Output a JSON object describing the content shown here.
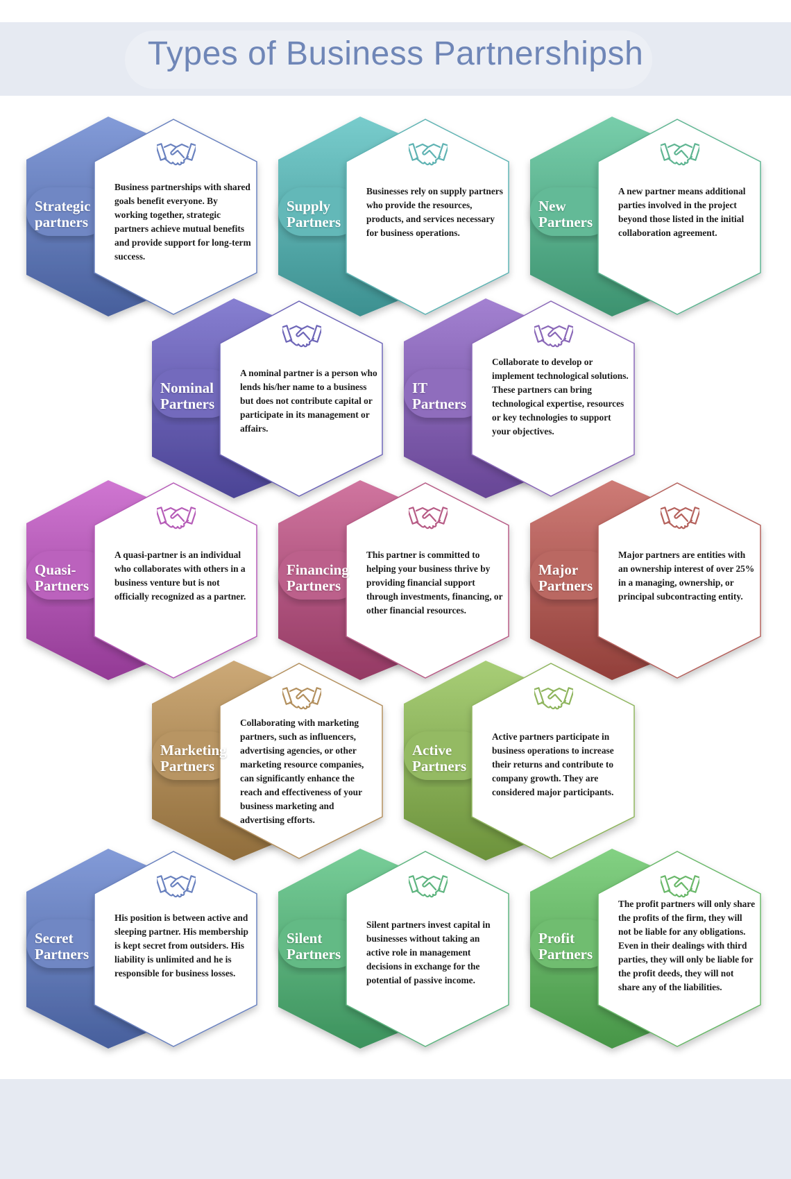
{
  "title": "Types of Business Partnershipsh",
  "cards": [
    {
      "label": "Strategic\npartners",
      "description": "Business partnerships with shared goals benefit everyone. By working together, strategic partners achieve mutual benefits and provide support for long-term success.",
      "color": "#6a82bf",
      "icon": "handshake-icon"
    },
    {
      "label": "Supply\nPartners",
      "description": "Businesses rely on supply partners who provide the resources, products, and services necessary for business operations.",
      "color": "#5fb3b3",
      "icon": "handshake-icon"
    },
    {
      "label": "New\nPartners",
      "description": "A new partner means additional parties involved in the project beyond those listed in the initial collaboration agreement.",
      "color": "#5fb592",
      "icon": "handshake-icon"
    },
    {
      "label": "Nominal\nPartners",
      "description": "A nominal partner is a person who lends his/her name to a business but does not contribute capital or participate in its management or affairs.",
      "color": "#6e66b8",
      "icon": "handshake-icon"
    },
    {
      "label": "IT\nPartners",
      "description": "Collaborate to develop or implement technological solutions. These partners can bring technological expertise, resources or key technologies to support your objectives.",
      "color": "#8a68b8",
      "icon": "handshake-icon"
    },
    {
      "label": "Quasi-\nPartners",
      "description": "A quasi-partner is an individual who collaborates with others in a business venture but is not officially recognized as a partner.",
      "color": "#b65db8",
      "icon": "handshake-icon"
    },
    {
      "label": "Financing\nPartners",
      "description": "This partner is committed to helping your business thrive by providing financial support through investments, financing, or other financial resources.",
      "color": "#b75c86",
      "icon": "handshake-icon"
    },
    {
      "label": "Major\nPartners",
      "description": "Major partners are entities with an ownership interest of over 25% in a managing, ownership, or principal subcontracting entity.",
      "color": "#b5625d",
      "icon": "handshake-icon"
    },
    {
      "label": "Marketing\nPartners",
      "description": "Collaborating with marketing partners, such as influencers, advertising agencies, or other marketing resource companies, can significantly enhance the reach and effectiveness of your business marketing and advertising efforts.",
      "color": "#b3905e",
      "icon": "handshake-icon"
    },
    {
      "label": "Active\nPartners",
      "description": "Active partners participate in business operations to increase their returns and contribute to company growth. They are considered major participants.",
      "color": "#8fb55e",
      "icon": "handshake-icon"
    },
    {
      "label": "Secret\nPartners",
      "description": "His position is between active and sleeping partner. His membership is kept secret from outsiders. His liability is unlimited and he is responsible for business losses.",
      "color": "#6a82bf",
      "icon": "handshake-icon"
    },
    {
      "label": "Silent\nPartners",
      "description": "Silent partners invest capital in businesses without taking an active role in management decisions in exchange for the potential of passive income.",
      "color": "#5fb580",
      "icon": "handshake-icon"
    },
    {
      "label": "Profit\nPartners",
      "description": "The profit partners will only share the profits of the firm, they will not be liable for any obligations. Even in their dealings with third parties, they will only be liable for the profit deeds, they will not share any of the liabilities.",
      "color": "#6ab86a",
      "icon": "handshake-icon"
    }
  ]
}
